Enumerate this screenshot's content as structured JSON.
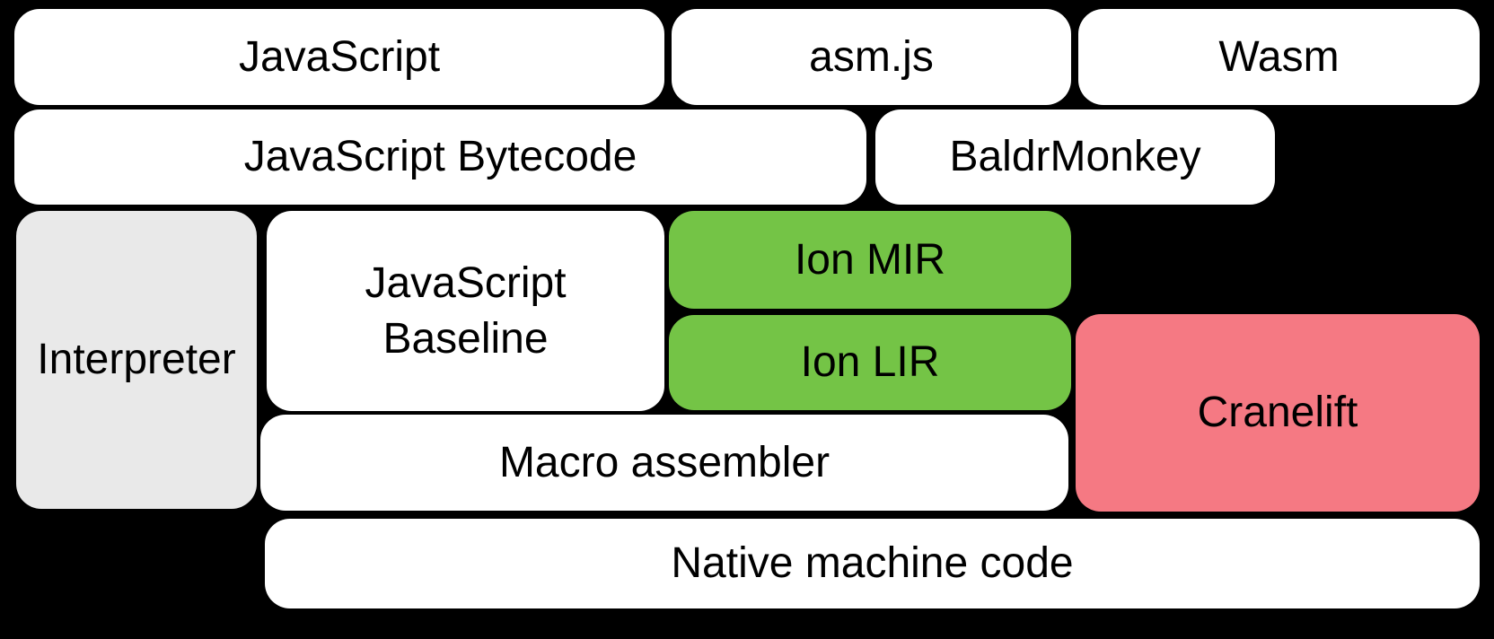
{
  "diagram": {
    "background_color": "#000000",
    "colors": {
      "default_box": "#ffffff",
      "interpreter_box": "#e9e9e9",
      "ion_box": "#74c446",
      "cranelift_box": "#f57983",
      "text": "#000000"
    },
    "nodes": {
      "javascript": {
        "label": "JavaScript"
      },
      "asmjs": {
        "label": "asm.js"
      },
      "wasm": {
        "label": "Wasm"
      },
      "bytecode": {
        "label": "JavaScript Bytecode"
      },
      "baldrmonkey": {
        "label": "BaldrMonkey"
      },
      "interpreter": {
        "label": "Interpreter"
      },
      "baseline": {
        "label": "JavaScript Baseline"
      },
      "ion_mir": {
        "label": "Ion MIR"
      },
      "ion_lir": {
        "label": "Ion LIR"
      },
      "cranelift": {
        "label": "Cranelift"
      },
      "macro_assembler": {
        "label": "Macro assembler"
      },
      "native_machine_code": {
        "label": "Native machine code"
      }
    }
  }
}
